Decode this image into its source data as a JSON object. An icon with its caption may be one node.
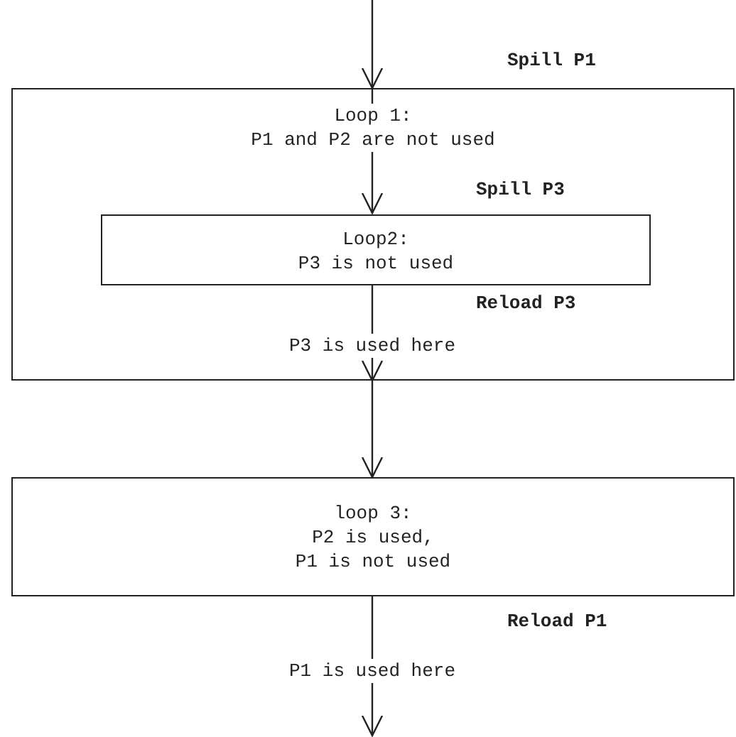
{
  "diagram": {
    "nodes": [
      {
        "text": [
          "Loop 1:",
          "P1 and P2 are not used"
        ]
      },
      {
        "text": [
          "Loop2:",
          "P3 is not used"
        ],
        "in": 0
      },
      {
        "text": [
          "loop 3:",
          "P2 is used,",
          "P1 is not used"
        ]
      }
    ],
    "edges": [
      {
        "from": null,
        "to": 0,
        "arrow": "to"
      },
      {
        "from": 0,
        "to": 1,
        "arrow": "to"
      },
      {
        "from": 1,
        "to": 0,
        "arrow": "to"
      },
      {
        "from": 0,
        "to": 2,
        "arrow": "to"
      },
      {
        "from": 2,
        "to": null,
        "arrow": "to"
      }
    ],
    "labels": [
      "Spill P1",
      "Spill P3",
      "Reload P3",
      "P3 is used here",
      "Reload P1",
      "P1 is used here"
    ]
  }
}
